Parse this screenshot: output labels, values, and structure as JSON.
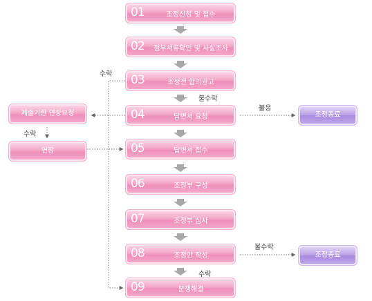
{
  "steps": [
    {
      "num": "01",
      "label": "조정신청 및 접수"
    },
    {
      "num": "02",
      "label": "첨부서류확인 및 사실조사"
    },
    {
      "num": "03",
      "label": "조정전 합의권고"
    },
    {
      "num": "04",
      "label": "답변서 요청"
    },
    {
      "num": "05",
      "label": "답변서 접수"
    },
    {
      "num": "06",
      "label": "조정부 구성"
    },
    {
      "num": "07",
      "label": "조정부 심사"
    },
    {
      "num": "08",
      "label": "조정안 작성"
    },
    {
      "num": "09",
      "label": "분쟁해결"
    }
  ],
  "side": {
    "deadline_request": "제출기한 연장요청",
    "extension": "연장"
  },
  "outcomes": {
    "end_top": "조정종료",
    "end_bottom": "조정종료"
  },
  "notes": {
    "accept_top": "수락",
    "not_accept_mid": "불수락",
    "refuse": "불응",
    "accept_left": "수락",
    "not_accept_low": "불수락",
    "accept_bottom": "수락"
  },
  "colors": {
    "step_fill": "#ef8fbb",
    "end_fill": "#a88bde",
    "arrow_gray": "#a9a9a9"
  }
}
